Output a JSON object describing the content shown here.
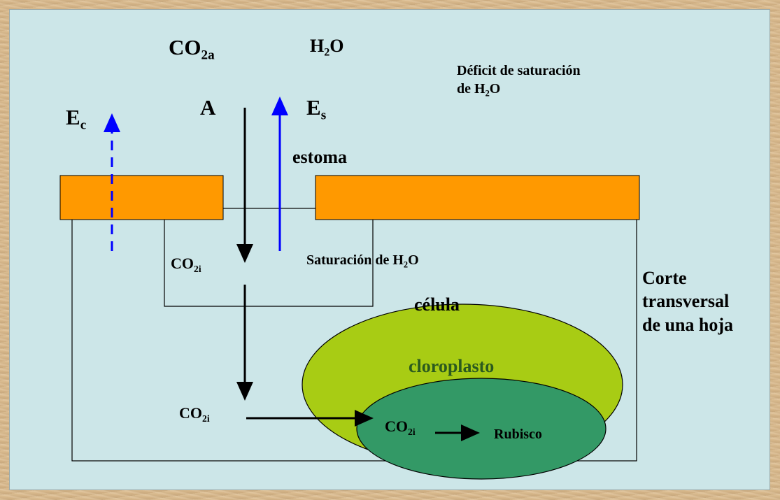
{
  "labels": {
    "co2a_base": "CO",
    "co2a_sub": "2a",
    "h2o_top_1": "H",
    "h2o_top_sub": "2",
    "h2o_top_2": "O",
    "deficit_line1": "Déficit de saturación",
    "deficit_line2_pre": "de H",
    "deficit_line2_sub": "2",
    "deficit_line2_post": "O",
    "ec_base": "E",
    "ec_sub": "c",
    "a": "A",
    "es_base": "E",
    "es_sub": "s",
    "estoma": "estoma",
    "co2i_upper_base": "CO",
    "co2i_upper_sub": "2i",
    "saturacion_pre": "Saturación de H",
    "saturacion_sub": "2",
    "saturacion_post": "O",
    "corte_line1": "Corte",
    "corte_line2": "transversal",
    "corte_line3": "de una hoja",
    "celula": "célula",
    "cloroplasto": "cloroplasto",
    "co2i_lower_base": "CO",
    "co2i_lower_sub": "2i",
    "co2i_inner_base": "CO",
    "co2i_inner_sub": "2i",
    "rubisco": "Rubisco"
  },
  "colors": {
    "slide_bg": "#cce6e8",
    "epidermis": "#ff9900",
    "cell": "#a8cc14",
    "chloroplast": "#339966",
    "blue_arrow": "#0000ff",
    "black": "#000000"
  }
}
